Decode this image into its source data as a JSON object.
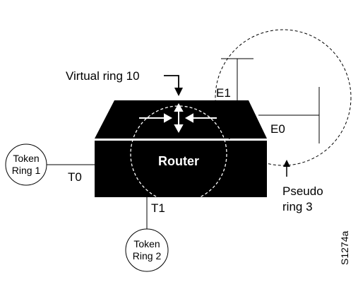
{
  "labels": {
    "virtual_ring": "Virtual ring 10",
    "router": "Router",
    "e1": "E1",
    "e0": "E0",
    "t0": "T0",
    "t1": "T1",
    "token_ring_1": [
      "Token",
      "Ring 1"
    ],
    "token_ring_2": [
      "Token",
      "Ring 2"
    ],
    "pseudo_ring": [
      "Pseudo",
      "ring 3"
    ],
    "figure_id": "S1274a"
  },
  "colors": {
    "router_fill": "#000000",
    "background": "#ffffff",
    "line": "#000000"
  }
}
